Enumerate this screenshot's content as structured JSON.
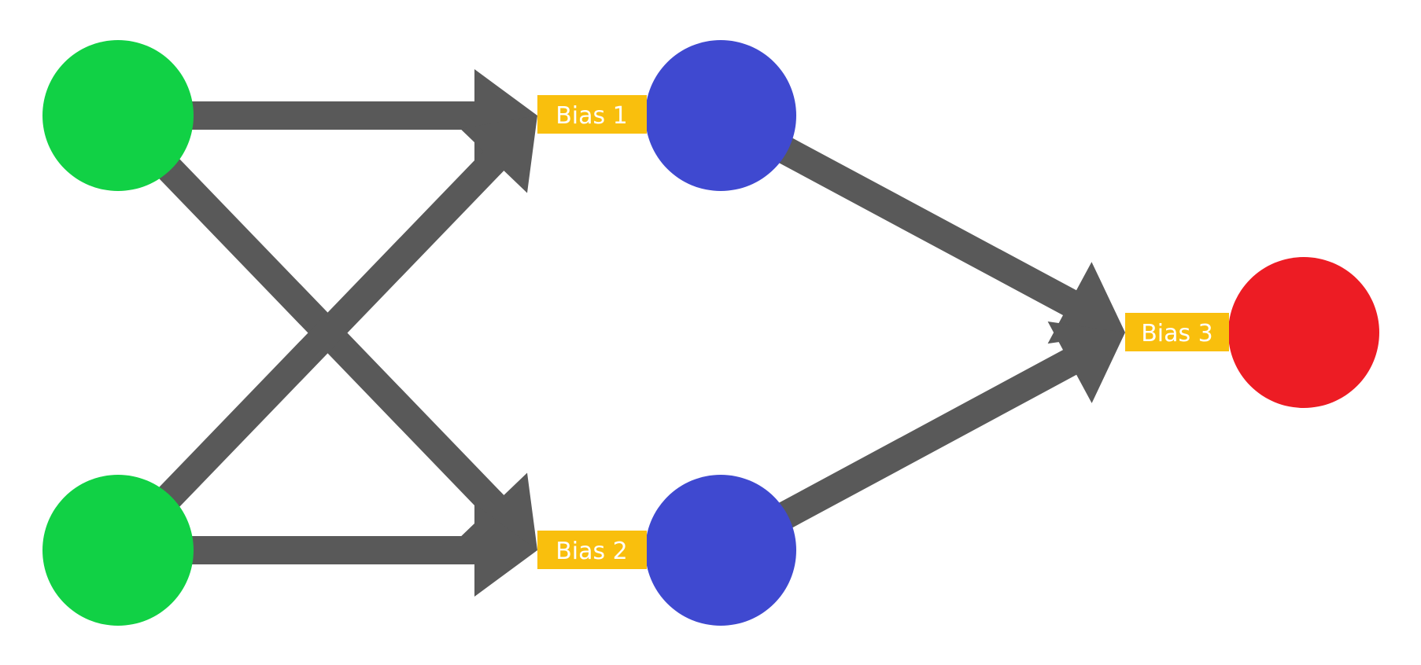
{
  "diagram": {
    "type": "neural-network",
    "colors": {
      "input_node": "#11d145",
      "hidden_node": "#3f49d0",
      "output_node": "#ed1c24",
      "edge": "#595959",
      "bias_box": "#f9bf0d",
      "bias_text": "#ffffff",
      "background": "#ffffff"
    },
    "nodes": [
      {
        "id": "input-1",
        "layer": "input"
      },
      {
        "id": "input-2",
        "layer": "input"
      },
      {
        "id": "hidden-1",
        "layer": "hidden"
      },
      {
        "id": "hidden-2",
        "layer": "hidden"
      },
      {
        "id": "output-1",
        "layer": "output"
      }
    ],
    "biases": [
      {
        "id": "bias-1",
        "label": "Bias 1",
        "node": "hidden-1"
      },
      {
        "id": "bias-2",
        "label": "Bias 2",
        "node": "hidden-2"
      },
      {
        "id": "bias-3",
        "label": "Bias 3",
        "node": "output-1"
      }
    ],
    "edges": [
      {
        "from": "input-1",
        "to": "hidden-1"
      },
      {
        "from": "input-1",
        "to": "hidden-2"
      },
      {
        "from": "input-2",
        "to": "hidden-1"
      },
      {
        "from": "input-2",
        "to": "hidden-2"
      },
      {
        "from": "hidden-1",
        "to": "output-1"
      },
      {
        "from": "hidden-2",
        "to": "output-1"
      }
    ]
  }
}
